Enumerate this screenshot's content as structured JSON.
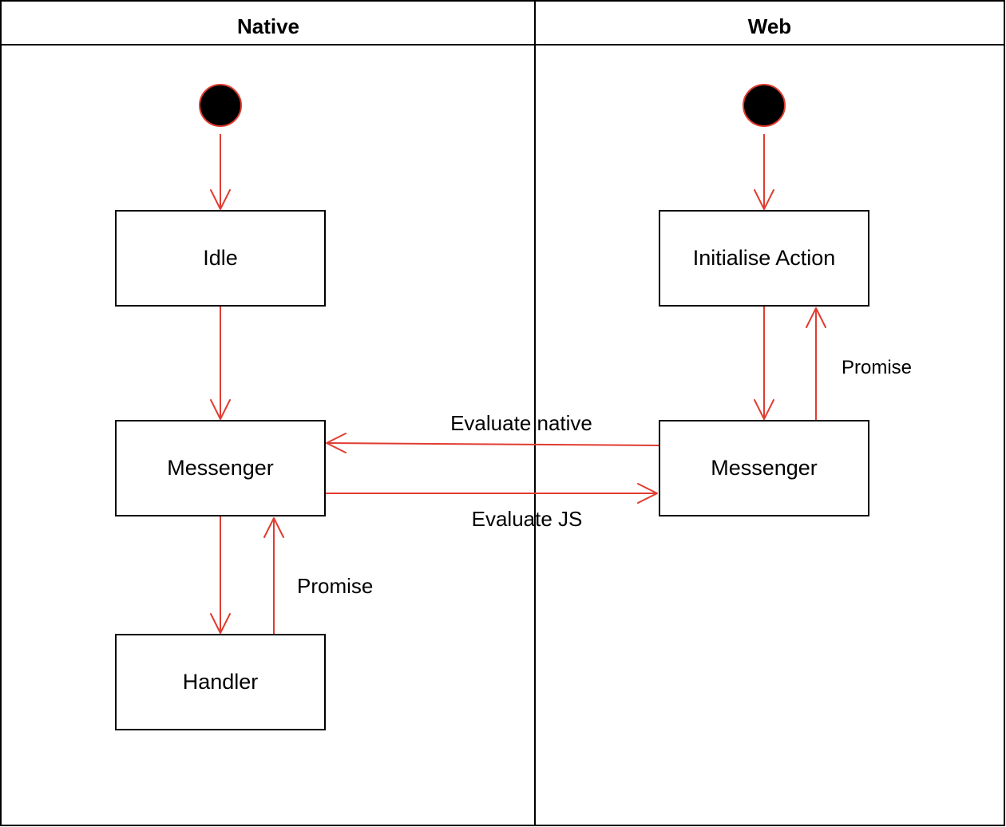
{
  "lanes": {
    "native": {
      "title": "Native"
    },
    "web": {
      "title": "Web"
    }
  },
  "nodes": {
    "native_idle": {
      "label": "Idle"
    },
    "native_messenger": {
      "label": "Messenger"
    },
    "native_handler": {
      "label": "Handler"
    },
    "web_initialise": {
      "label": "Initialise Action"
    },
    "web_messenger": {
      "label": "Messenger"
    }
  },
  "edges": {
    "evaluate_native": {
      "label": "Evaluate native"
    },
    "evaluate_js": {
      "label": "Evaluate JS"
    },
    "native_promise": {
      "label": "Promise"
    },
    "web_promise": {
      "label": "Promise"
    }
  },
  "colors": {
    "edge": "#e03c31",
    "start_fill": "#000000",
    "box_stroke": "#000000"
  }
}
